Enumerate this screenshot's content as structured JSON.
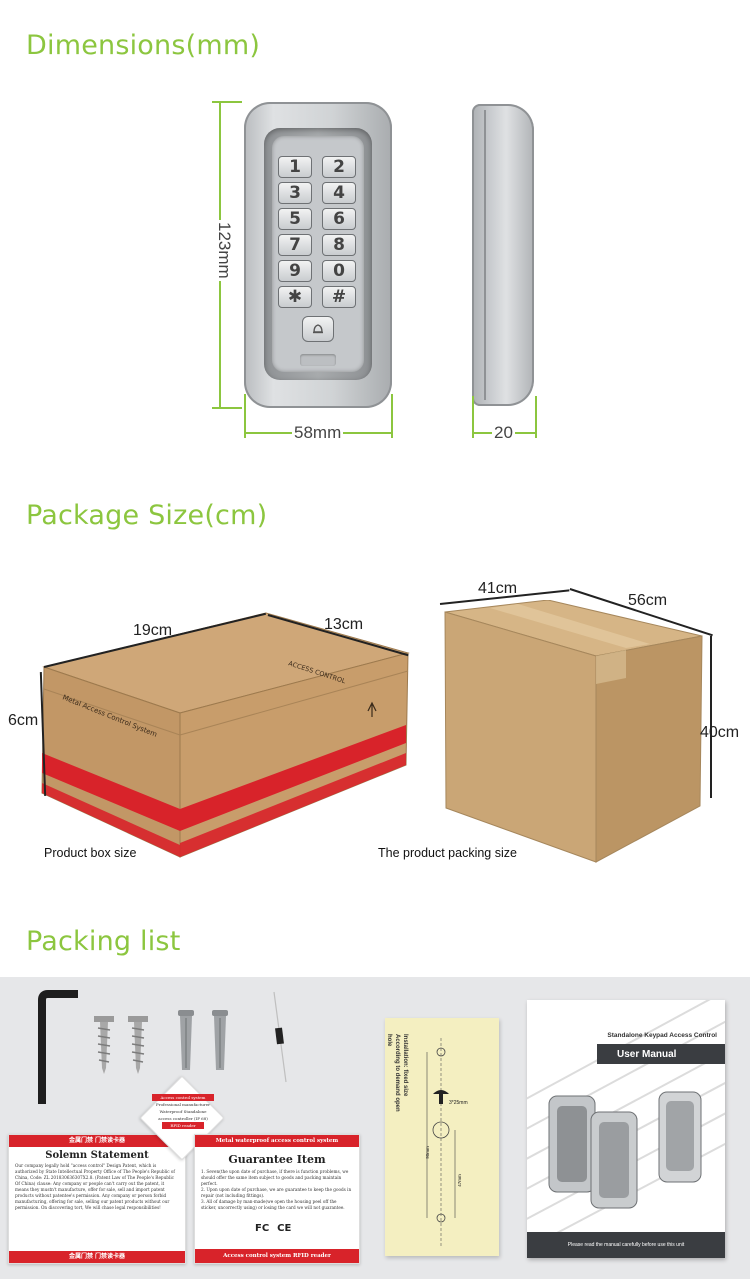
{
  "sections": {
    "dimensions_title": "Dimensions(mm)",
    "package_title": "Package Size(cm)",
    "packing_title": "Packing list"
  },
  "dimensions": {
    "height_label": "123mm",
    "width_label": "58mm",
    "depth_label": "20"
  },
  "keypad": {
    "keys": [
      "1",
      "2",
      "3",
      "4",
      "5",
      "6",
      "7",
      "8",
      "9",
      "0",
      "✱",
      "#"
    ]
  },
  "package": {
    "product_box": {
      "length": "19cm",
      "width": "13cm",
      "height": "6cm",
      "caption": "Product box size",
      "side_print": "Metal Access Control System",
      "top_print": "ACCESS CONTROL"
    },
    "packing_box": {
      "length": "41cm",
      "width": "56cm",
      "height": "40cm",
      "caption": "The product packing size"
    }
  },
  "packing_list": {
    "statement_card": {
      "top_bar": "金属门禁 门禁读卡器",
      "title": "Solemn Statement",
      "body": "Our company legally hold \"access control\" Design Patent, which is authorized by State Intellectual Property Office of The People's Republic of China, Code: ZL 201830636307X2.8. (Patent Law of The People's Republic Of China) clause: Any company or people can't carry out the patent, it means they mustn't manufacture, offer for sale, sell and import patent products without patentee's permission. Any company or person forbid manufacturing, offering for sale, selling our patent products without our permission. On discovering tort, We will chase legal responsibilities!",
      "bottom_bar": "金属门禁 门禁读卡器"
    },
    "badge_card": {
      "lines": [
        "Professional manufacturer",
        "Waterproof Standalone",
        "access controller (IP 68)"
      ],
      "tag": "RFID reader",
      "header": "Access control system"
    },
    "guarantee_card": {
      "top_bar": "Metal waterproof access control system",
      "title": "Guarantee Item",
      "items": [
        "1. Seven(the upon date of purchase, if there is function problems, we should offer the same item subject to goods and packing maintain perfect.",
        "2. Upon upon date of purchase, we are guarantee to keep the goods in repair (not including fittings).",
        "3. All of damage by man-made(we open the housing peel off the sticker, uncorrectly using) or losing the card we will not guarantee."
      ],
      "bottom_bar": "Access control system    RFID reader",
      "marks": [
        "FC",
        "CE"
      ]
    },
    "template": {
      "note": "Installation: fixed size According to demand open hole",
      "screw": "3*25mm",
      "dim1": "90mm",
      "dim2": "47mm"
    },
    "manual": {
      "header": "Standalone Keypad Access Control",
      "title": "User Manual",
      "footer": "Please read the manual carefully before use this unit"
    }
  },
  "colors": {
    "accent": "#8cc63f",
    "device": "#c9cccf",
    "cardboard": "#c69c6d",
    "brand_red": "#d8232a"
  }
}
